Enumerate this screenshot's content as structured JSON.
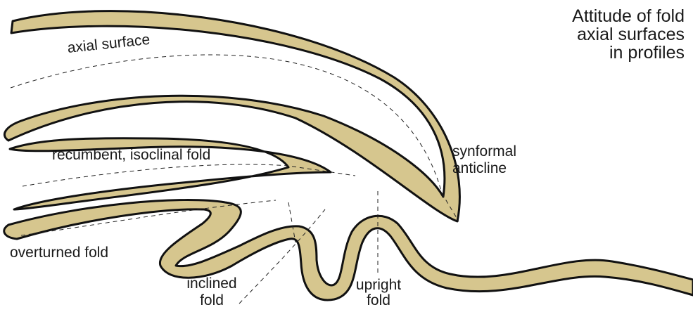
{
  "colors": {
    "layer_fill": "#d6c68e",
    "outline": "#111111",
    "axial_line": "#222222",
    "background": "#ffffff"
  },
  "title": {
    "line1": "Attitude of fold",
    "line2": "axial surfaces",
    "line3": "in profiles"
  },
  "labels": {
    "axial_surface": "axial surface",
    "recumbent": "recumbent, isoclinal fold",
    "synformal_line1": "synformal",
    "synformal_line2": "anticline",
    "overturned": "overturned fold",
    "inclined_line1": "inclined",
    "inclined_line2": "fold",
    "upright_line1": "upright",
    "upright_line2": "fold"
  }
}
